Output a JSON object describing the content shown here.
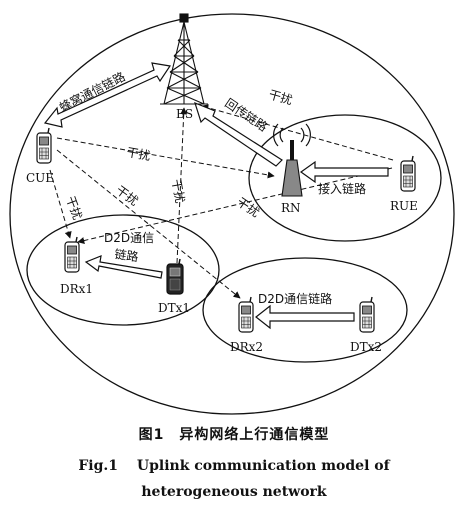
{
  "nodes": {
    "bs": "BS",
    "cue": "CUE",
    "rn": "RN",
    "rue": "RUE",
    "drx1": "DRx1",
    "dtx1": "DTx1",
    "drx2": "DRx2",
    "dtx2": "DTx2"
  },
  "links": {
    "cellular": "蜂窝通信链路",
    "backhaul": "回传链路",
    "access": "接入链路",
    "d2d_1_line1": "D2D通信",
    "d2d_1_line2": "链路",
    "d2d_2": "D2D通信链路",
    "interference": "干扰"
  },
  "caption": {
    "cn": "图1　异构网络上行通信模型",
    "en_line1": "Fig.1　 Uplink communication model of",
    "en_line2": "heterogeneous network"
  }
}
